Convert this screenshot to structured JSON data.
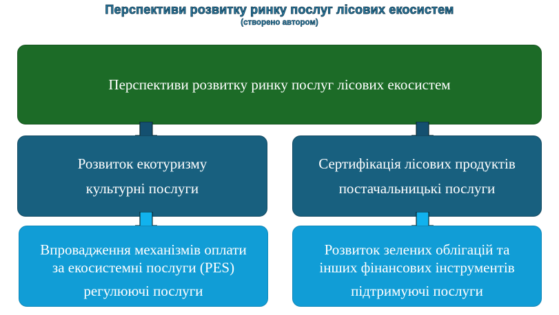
{
  "header": {
    "title": "Перспективи розвитку ринку послуг лісових екосистем",
    "subtitle": "(створено автором)"
  },
  "root": {
    "label": "Перспективи розвитку ринку послуг лісових екосистем"
  },
  "branches": [
    {
      "level2": {
        "line1": "Розвиток екотуризму",
        "line2": "культурні послуги"
      },
      "level3": {
        "line1": "Впровадження механізмів оплати",
        "line2": "за екосистемні послуги (PES)",
        "service": "регулюючі послуги"
      }
    },
    {
      "level2": {
        "line1": "Сертифікація лісових продуктів",
        "line2": "постачальницькі послуги"
      },
      "level3": {
        "line1": "Розвиток зелених облігацій та",
        "line2": "інших фінансових інструментів",
        "service": "підтримуючі послуги"
      }
    }
  ],
  "colors": {
    "title": "#2a7ba3",
    "root_box": "#1c6b27",
    "level2_box": "#18607f",
    "level3_box": "#119dd6",
    "arrow_dark": "#145070",
    "arrow_light": "#11b2ee"
  }
}
